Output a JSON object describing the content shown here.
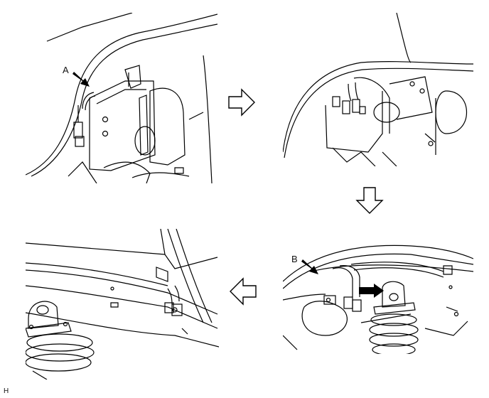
{
  "labels": {
    "callout_a": "A",
    "callout_b": "B",
    "figure_code": "H"
  },
  "flow_arrows": [
    "right",
    "down",
    "left"
  ]
}
